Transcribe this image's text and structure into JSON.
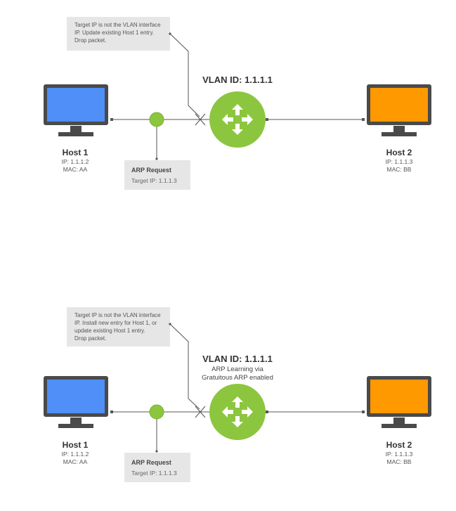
{
  "colors": {
    "host1_screen": "#4f8ff7",
    "host2_screen": "#ff9900",
    "monitor_frame": "#4a4a4a",
    "router": "#8cc63f",
    "link_point": "#8cc63f",
    "callout_bg": "#e6e6e6",
    "line": "#555555"
  },
  "icons": {
    "host1": "desktop-monitor-icon",
    "host2": "desktop-monitor-icon",
    "router": "router-icon",
    "drop": "x-mark-icon"
  },
  "panels": [
    {
      "note": [
        "Target IP is not the VLAN interface",
        "IP. Update existing Host 1 entry.",
        "Drop packet."
      ],
      "vlan_title": "VLAN ID: 1.1.1.1",
      "vlan_sub": [],
      "host1": {
        "name": "Host 1",
        "ip": "IP: 1.1.1.2",
        "mac": "MAC: AA"
      },
      "host2": {
        "name": "Host 2",
        "ip": "IP: 1.1.1.3",
        "mac": "MAC: BB"
      },
      "arp": {
        "title": "ARP Request",
        "target": "Target IP: 1.1.1.3"
      }
    },
    {
      "note": [
        "Target IP is not the VLAN interface",
        "IP. Install new entry for Host 1, or",
        "update existing Host 1 entry.",
        "Drop packet."
      ],
      "vlan_title": "VLAN ID: 1.1.1.1",
      "vlan_sub": [
        "ARP Learning via",
        "Gratuitous ARP enabled"
      ],
      "host1": {
        "name": "Host 1",
        "ip": "IP: 1.1.1.2",
        "mac": "MAC: AA"
      },
      "host2": {
        "name": "Host 2",
        "ip": "IP: 1.1.1.3",
        "mac": "MAC: BB"
      },
      "arp": {
        "title": "ARP Request",
        "target": "Target IP: 1.1.1.3"
      }
    }
  ]
}
